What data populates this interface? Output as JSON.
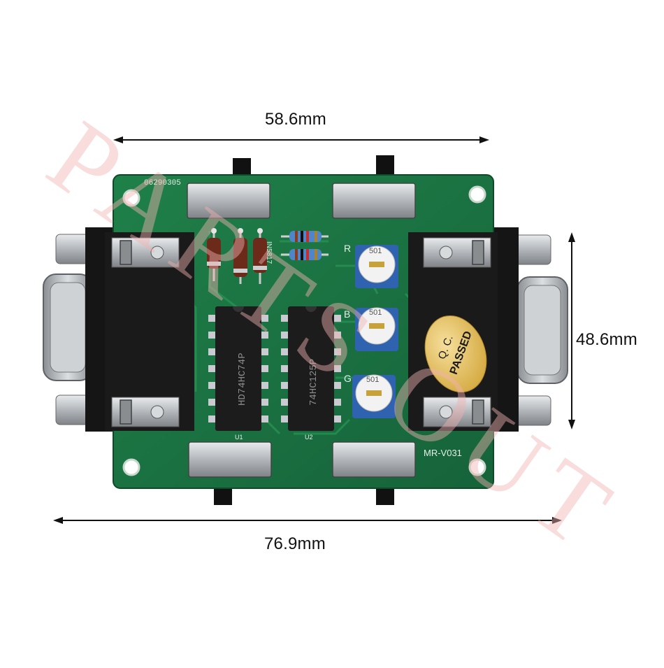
{
  "dimensions": {
    "top_width": "58.6mm",
    "side_height": "48.6mm",
    "bottom_width": "76.9mm"
  },
  "board": {
    "serial": "06290305",
    "model": "MR-V031",
    "diode_label": "IN5817",
    "label_r": "R",
    "label_b": "B",
    "label_g": "G",
    "pot_code": "501",
    "ic1_ref": "U1",
    "ic2_ref": "U2",
    "ic1_mark": "HD74HC74P",
    "ic2_mark": "74HC125P"
  },
  "qc_sticker": {
    "line1": "Q. C.",
    "line2": "PASSED"
  },
  "watermark": "PARTS OUT",
  "colors": {
    "pcb": "#1e7a44",
    "pcb_dark": "#155c33",
    "connector_black": "#1b1b1b",
    "metal": "#b9bcbf",
    "pot_blue": "#2f63b0",
    "sticker": "#e9c66a",
    "watermark": "#f3b9b9"
  }
}
